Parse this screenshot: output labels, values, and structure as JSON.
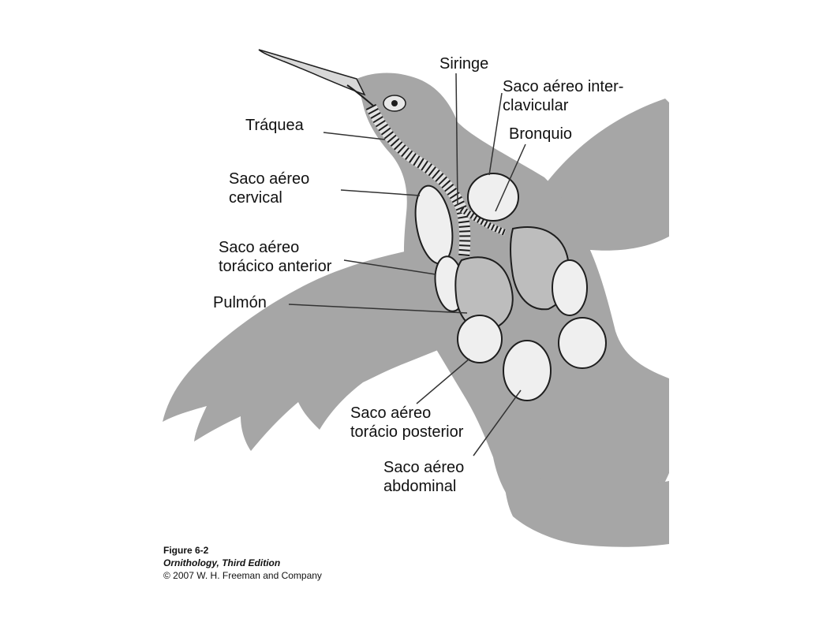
{
  "colors": {
    "silhouette": "#a6a6a6",
    "organ_fill": "#efefef",
    "organ_stroke": "#1e1e1e",
    "leader_line": "#333333"
  },
  "labels": {
    "siringe": "Siringe",
    "saco_interclavicular_1": "Saco aéreo inter-",
    "saco_interclavicular_2": "clavicular",
    "traquea": "Tráquea",
    "bronquio": "Bronquio",
    "saco_cervical_1": "Saco aéreo",
    "saco_cervical_2": "cervical",
    "saco_toracico_anterior_1": "Saco aéreo",
    "saco_toracico_anterior_2": "torácico anterior",
    "pulmon": "Pulmón",
    "saco_toracico_posterior_1": "Saco aéreo",
    "saco_toracico_posterior_2": "torácio posterior",
    "saco_abdominal_1": "Saco aéreo",
    "saco_abdominal_2": "abdominal"
  },
  "caption": {
    "figure": "Figure 6-2",
    "book": "Ornithology, Third Edition",
    "copyright": "© 2007 W. H. Freeman and Company"
  }
}
